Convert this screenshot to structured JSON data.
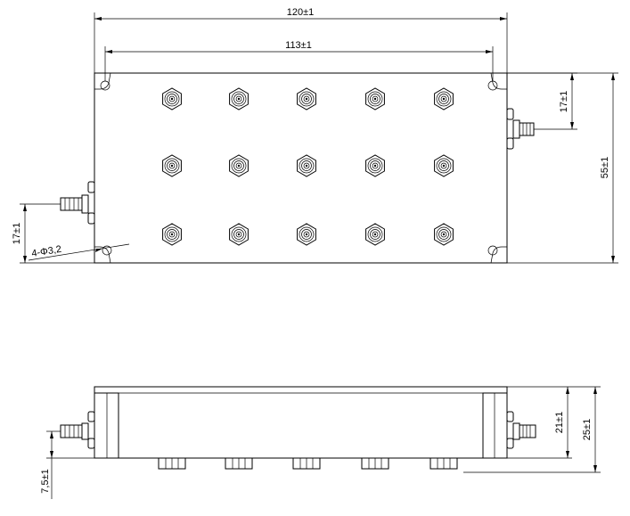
{
  "dimensions": {
    "overall_length": "120±1",
    "hole_spacing": "113±1",
    "right_port_offset": "17±1",
    "overall_width": "55±1",
    "left_port_offset": "17±1",
    "mounting_holes": "4-Φ3,2",
    "body_height": "21±1",
    "total_height": "25±1",
    "connector_height": "7,5±1"
  }
}
